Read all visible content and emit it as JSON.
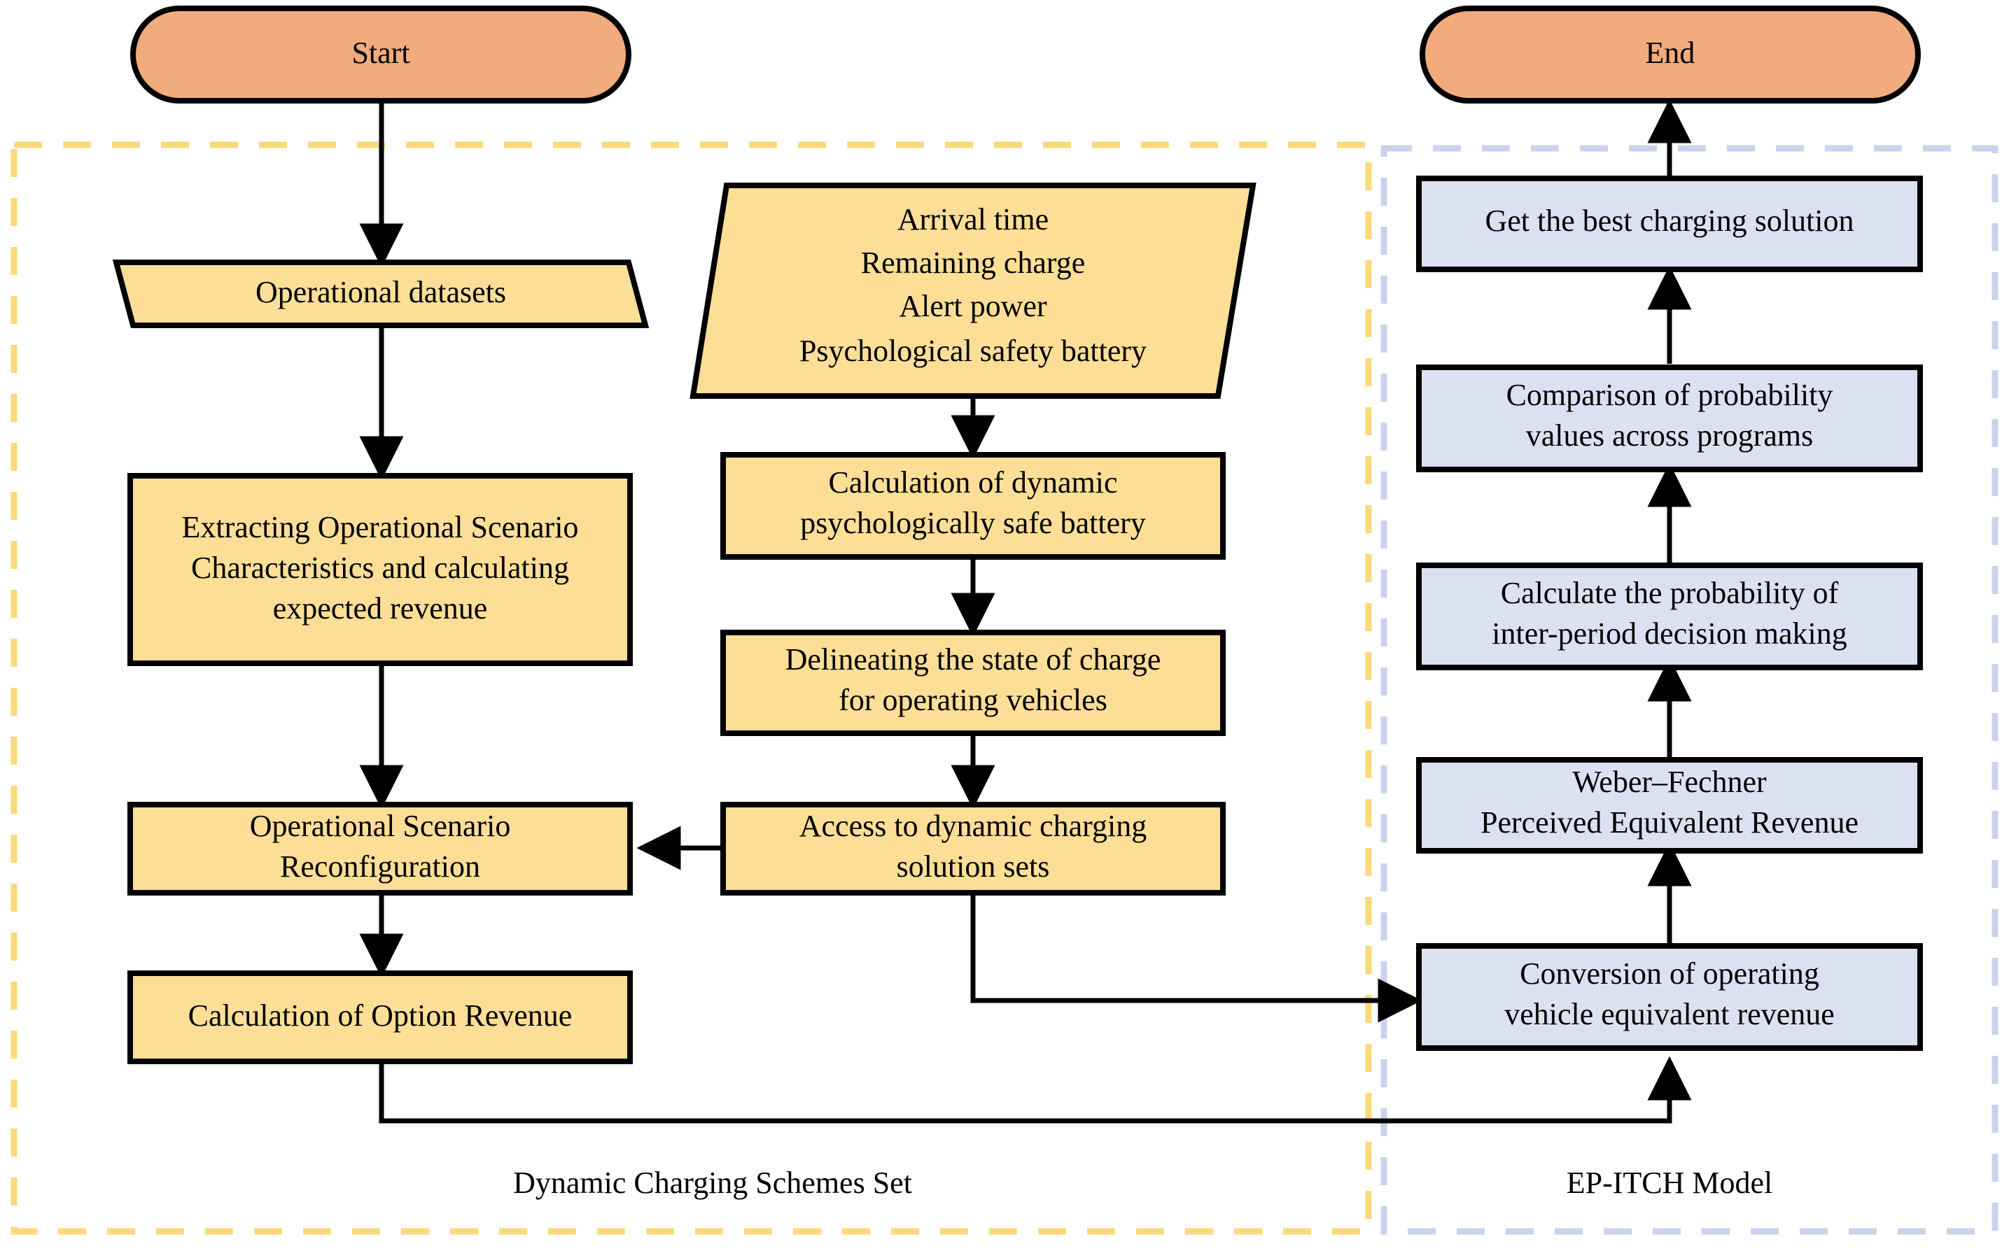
{
  "diagram": {
    "title": "EV dynamic charging scheme flowchart",
    "colors": {
      "terminator_fill": "#F2AB7C",
      "process_yellow_fill": "#FCDE96",
      "process_blue_fill": "#DCE1F2",
      "stroke": "#000000",
      "dash_yellow": "#FBD97A",
      "dash_blue": "#C9D3EC",
      "background": "#FFFFFF"
    },
    "groups": [
      {
        "id": "group-dynamic",
        "label": "Dynamic Charging Schemes Set",
        "border_color": "#FBD97A"
      },
      {
        "id": "group-epitch",
        "label": "EP-ITCH Model",
        "border_color": "#C9D3EC"
      }
    ],
    "terminators": [
      {
        "id": "start",
        "label": "Start"
      },
      {
        "id": "end",
        "label": "End"
      }
    ],
    "nodes": [
      {
        "id": "operational-datasets",
        "shape": "parallelogram",
        "fill": "yellow",
        "lines": [
          "Operational datasets"
        ]
      },
      {
        "id": "inputs",
        "shape": "parallelogram",
        "fill": "yellow",
        "lines": [
          "Arrival time",
          "Remaining charge",
          "Alert power",
          "Psychological safety battery"
        ]
      },
      {
        "id": "extracting-characteristics",
        "shape": "rect",
        "fill": "yellow",
        "lines": [
          "Extracting Operational Scenario",
          "Characteristics and calculating",
          "expected revenue"
        ]
      },
      {
        "id": "calc-dynamic-safe-battery",
        "shape": "rect",
        "fill": "yellow",
        "lines": [
          "Calculation of dynamic",
          "psychologically safe battery"
        ]
      },
      {
        "id": "delineating-soc",
        "shape": "rect",
        "fill": "yellow",
        "lines": [
          "Delineating the state of charge",
          "for operating vehicles"
        ]
      },
      {
        "id": "scenario-reconfiguration",
        "shape": "rect",
        "fill": "yellow",
        "lines": [
          "Operational Scenario",
          "Reconfiguration"
        ]
      },
      {
        "id": "access-solution-sets",
        "shape": "rect",
        "fill": "yellow",
        "lines": [
          "Access to dynamic charging",
          "solution sets"
        ]
      },
      {
        "id": "calc-option-revenue",
        "shape": "rect",
        "fill": "yellow",
        "lines": [
          "Calculation of Option Revenue"
        ]
      },
      {
        "id": "best-charging-solution",
        "shape": "rect",
        "fill": "blue",
        "lines": [
          "Get the best charging solution"
        ]
      },
      {
        "id": "comparison-probability",
        "shape": "rect",
        "fill": "blue",
        "lines": [
          "Comparison of probability",
          "values across programs"
        ]
      },
      {
        "id": "calc-probability-interperiod",
        "shape": "rect",
        "fill": "blue",
        "lines": [
          "Calculate the probability of",
          "inter-period decision making"
        ]
      },
      {
        "id": "weber-fechner",
        "shape": "rect",
        "fill": "blue",
        "lines": [
          "Weber–Fechner",
          "Perceived Equivalent Revenue"
        ]
      },
      {
        "id": "conversion-equivalent-revenue",
        "shape": "rect",
        "fill": "blue",
        "lines": [
          "Conversion of operating",
          "vehicle equivalent revenue"
        ]
      }
    ],
    "edges": [
      {
        "from": "start",
        "to": "operational-datasets"
      },
      {
        "from": "operational-datasets",
        "to": "extracting-characteristics"
      },
      {
        "from": "extracting-characteristics",
        "to": "scenario-reconfiguration"
      },
      {
        "from": "scenario-reconfiguration",
        "to": "calc-option-revenue"
      },
      {
        "from": "inputs",
        "to": "calc-dynamic-safe-battery"
      },
      {
        "from": "calc-dynamic-safe-battery",
        "to": "delineating-soc"
      },
      {
        "from": "delineating-soc",
        "to": "access-solution-sets"
      },
      {
        "from": "access-solution-sets",
        "to": "scenario-reconfiguration"
      },
      {
        "from": "access-solution-sets",
        "to": "conversion-equivalent-revenue"
      },
      {
        "from": "calc-option-revenue",
        "to": "conversion-equivalent-revenue"
      },
      {
        "from": "conversion-equivalent-revenue",
        "to": "weber-fechner"
      },
      {
        "from": "weber-fechner",
        "to": "calc-probability-interperiod"
      },
      {
        "from": "calc-probability-interperiod",
        "to": "comparison-probability"
      },
      {
        "from": "comparison-probability",
        "to": "best-charging-solution"
      },
      {
        "from": "best-charging-solution",
        "to": "end"
      }
    ]
  }
}
